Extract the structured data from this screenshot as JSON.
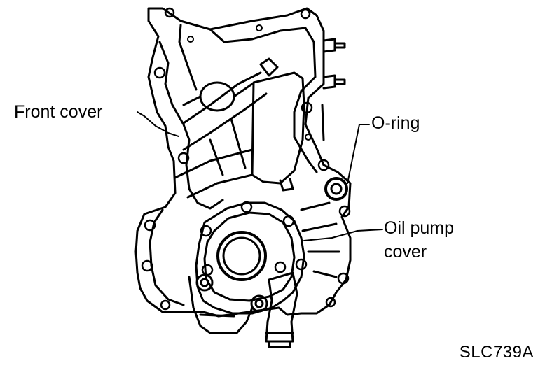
{
  "labels": {
    "front_cover": "Front cover",
    "o_ring": "O-ring",
    "oil_pump_cover_line1": "Oil pump",
    "oil_pump_cover_line2": "cover",
    "figure_code": "SLC739A"
  },
  "colors": {
    "ink": "#000000",
    "paper": "#ffffff"
  }
}
